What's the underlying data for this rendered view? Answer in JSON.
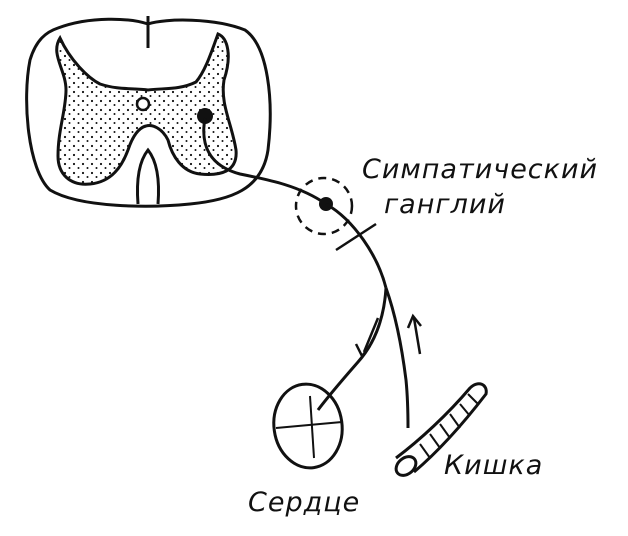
{
  "labels": {
    "ganglion_line1": "Симпатический",
    "ganglion_line2": "ганглий",
    "intestine": "Кишка",
    "heart": "Сердце"
  },
  "colors": {
    "ink": "#111111",
    "paper": "#ffffff"
  }
}
